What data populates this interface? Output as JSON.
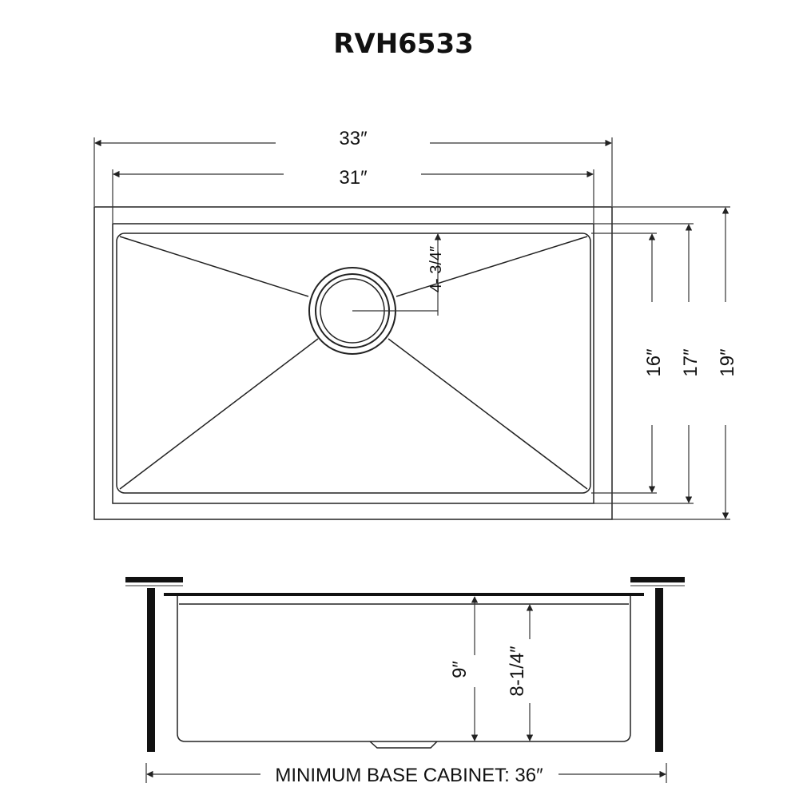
{
  "title": "RVH6533",
  "top_view": {
    "overall_width": "33″",
    "inner_width": "31″",
    "drain_offset": "4- 3/4″",
    "bowl_length": "16″",
    "rim_length": "17″",
    "overall_length": "19″"
  },
  "side_view": {
    "depth_total": "9″",
    "depth_bowl": "8-1/4″",
    "cabinet_label": "MINIMUM BASE CABINET: 36″"
  }
}
